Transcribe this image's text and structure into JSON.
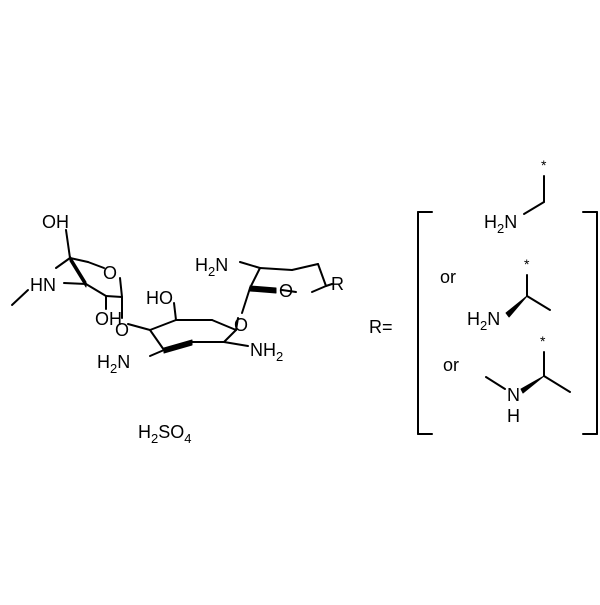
{
  "structure": {
    "labels": {
      "oh_top": "OH",
      "nh_left": "HN",
      "o_ring1": "O",
      "oh_ring1": "OH",
      "o_glyco1": "O",
      "ho_center": "HO",
      "h2n_center": "H2N",
      "nh2_center": "NH2",
      "o_glyco2": "O",
      "h2n_ring3": "H2N",
      "o_ring3": "O",
      "r_group": "R"
    },
    "salt": "H2SO4"
  },
  "r_definition": {
    "r_equals": "R=",
    "or_1": "or",
    "or_2": "or",
    "option1": {
      "amine": "H2N",
      "attach": "*"
    },
    "option2": {
      "amine": "H2N",
      "attach": "*"
    },
    "option3": {
      "amine": "N",
      "h": "H",
      "attach": "*"
    }
  }
}
